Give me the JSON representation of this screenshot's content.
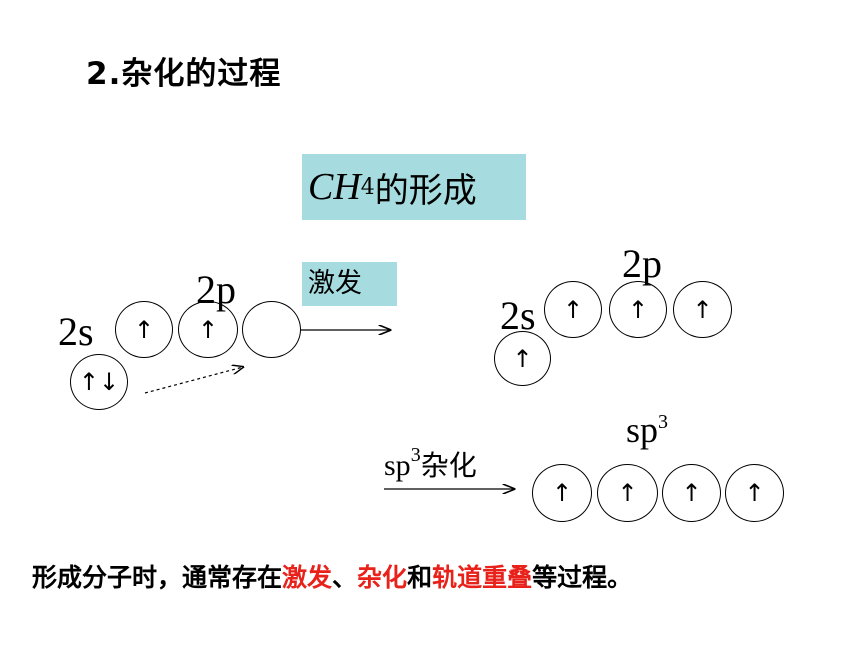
{
  "heading": "2.杂化的过程",
  "title": {
    "formula_main": "CH",
    "formula_sub": "4",
    "suffix": "的形成"
  },
  "step_excite": "激发",
  "step_hybrid": {
    "prefix": "sp",
    "sup": "3",
    "suffix": "杂化"
  },
  "ground_state": {
    "label_2s": "2s",
    "label_2p": "2p",
    "orbital_2s": "↑↓",
    "orbitals_2p": [
      "↑",
      "↑",
      ""
    ]
  },
  "excited_state": {
    "label_2s": "2s",
    "label_2p": "2p",
    "orbital_2s": "↑",
    "orbitals_2p": [
      "↑",
      "↑",
      "↑"
    ]
  },
  "hybrid_state": {
    "label_main": "sp",
    "label_sup": "3",
    "orbitals": [
      "↑",
      "↑",
      "↑",
      "↑"
    ]
  },
  "summary": {
    "part1": "形成分子时，通常存在",
    "hl1": "激发",
    "sep1": "、",
    "hl2": "杂化",
    "sep2": "和",
    "hl3": "轨道重叠",
    "part2": "等过程。"
  },
  "colors": {
    "box_fill": "#a6dcdf",
    "highlight": "#e8221b"
  }
}
